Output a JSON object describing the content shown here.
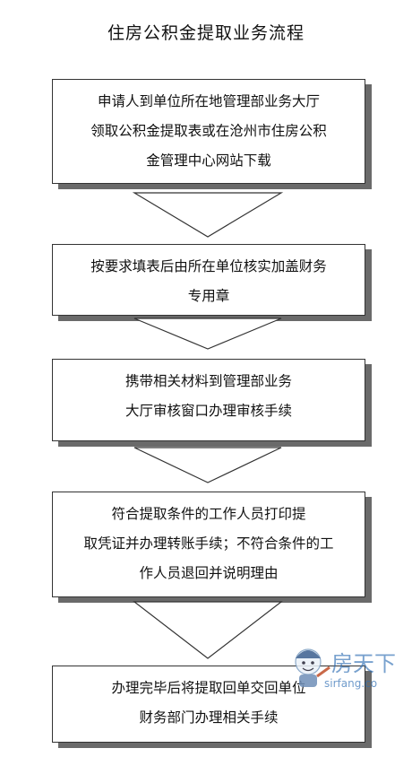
{
  "title": "住房公积金提取业务流程",
  "steps": [
    {
      "lines": [
        "申请人到单位所在地管理部业务大厅",
        "领取公积金提取表或在沧州市住房公积",
        "金管理中心网站下载"
      ]
    },
    {
      "lines": [
        "按要求填表后由所在单位核实加盖财务",
        "专用章"
      ]
    },
    {
      "lines": [
        "携带相关材料到管理部业务",
        "大厅审核窗口办理审核手续"
      ]
    },
    {
      "lines": [
        "符合提取条件的工作人员打印提",
        "取凭证并办理转账手续；不符合条件的工",
        "作人员退回并说明理由"
      ]
    },
    {
      "lines": [
        "办理完毕后将提取回单交回单位",
        "财务部门办理相关手续"
      ]
    }
  ],
  "watermark": {
    "brand": "房天下",
    "url": "sirfang.co"
  }
}
